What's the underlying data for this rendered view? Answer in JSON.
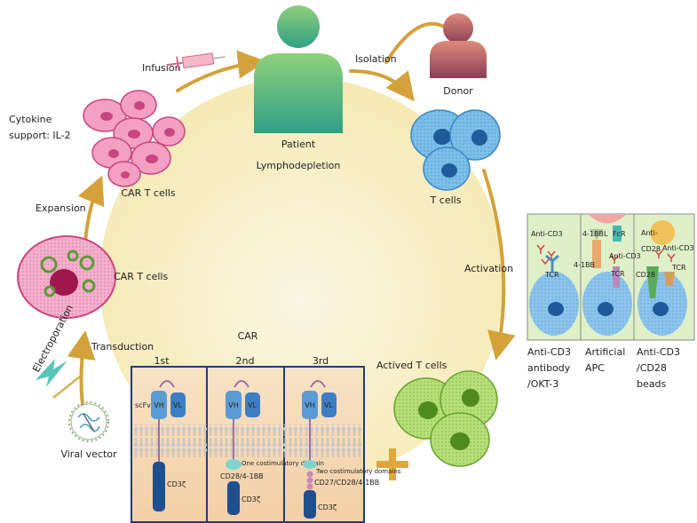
{
  "labels": {
    "patient": "Patient",
    "lymphodepletion": "Lymphodepletion",
    "isolation": "Isolation",
    "donor": "Donor",
    "t_cells": "T cells",
    "activation": "Activation",
    "actived_t_cells": "Actived T cells",
    "infusion": "Infusion",
    "cytokine_line1": "Cytokine",
    "cytokine_line2": "support: IL-2",
    "car_t_cells_top": "CAR T cells",
    "expansion": "Expansion",
    "car_t_cells_mid": "CAR T cells",
    "transduction": "Transduction",
    "electroporation": "Electroporation",
    "viral_vector": "Viral vector"
  },
  "car_panel": {
    "title": "CAR",
    "generations": [
      {
        "header": "1st",
        "scfv": "scFv",
        "vh": "VH",
        "vl": "VL",
        "cd3z": "CD3ζ"
      },
      {
        "header": "2nd",
        "vh": "VH",
        "vl": "VL",
        "domain_note": "One costimulatory domain",
        "costim": "CD28/4-1BB",
        "cd3z": "CD3ζ"
      },
      {
        "header": "3rd",
        "vh": "VH",
        "vl": "VL",
        "domain_note": "Two costimulatory domains",
        "costim": "CD27/CD28/4-1BB",
        "cd3z": "CD3ζ"
      }
    ]
  },
  "activation_panel": {
    "methods": [
      {
        "labels": [
          "Anti-CD3",
          "TCR"
        ],
        "caption": [
          "Anti-CD3",
          "antibody",
          "/OKT-3"
        ]
      },
      {
        "labels": [
          "4-1BBL",
          "FcR",
          "Anti-CD3",
          "4-1BB",
          "TCR"
        ],
        "caption": [
          "Artificial",
          "APC"
        ]
      },
      {
        "labels": [
          "Anti-",
          "CD28",
          "Anti-CD3",
          "CD28",
          "TCR"
        ],
        "caption": [
          "Anti-CD3",
          "/CD28",
          "beads"
        ]
      }
    ]
  },
  "colors": {
    "cycle_arrow": "#d4a13a",
    "patient": "#6ac06a",
    "donor": "#c9706f",
    "t_cell": "#7cbfe8",
    "activated_cell": "#a9d66a",
    "car_t_cell": "#ee86b3",
    "car_panel_border": "#1f3e6e",
    "car_panel_fill": "#f6dcc0",
    "receptor": "#5b9bd5",
    "cd3z": "#1f4f8f",
    "costim": "#7fd4cc",
    "activation_panel_fill": "#dff0c8"
  }
}
